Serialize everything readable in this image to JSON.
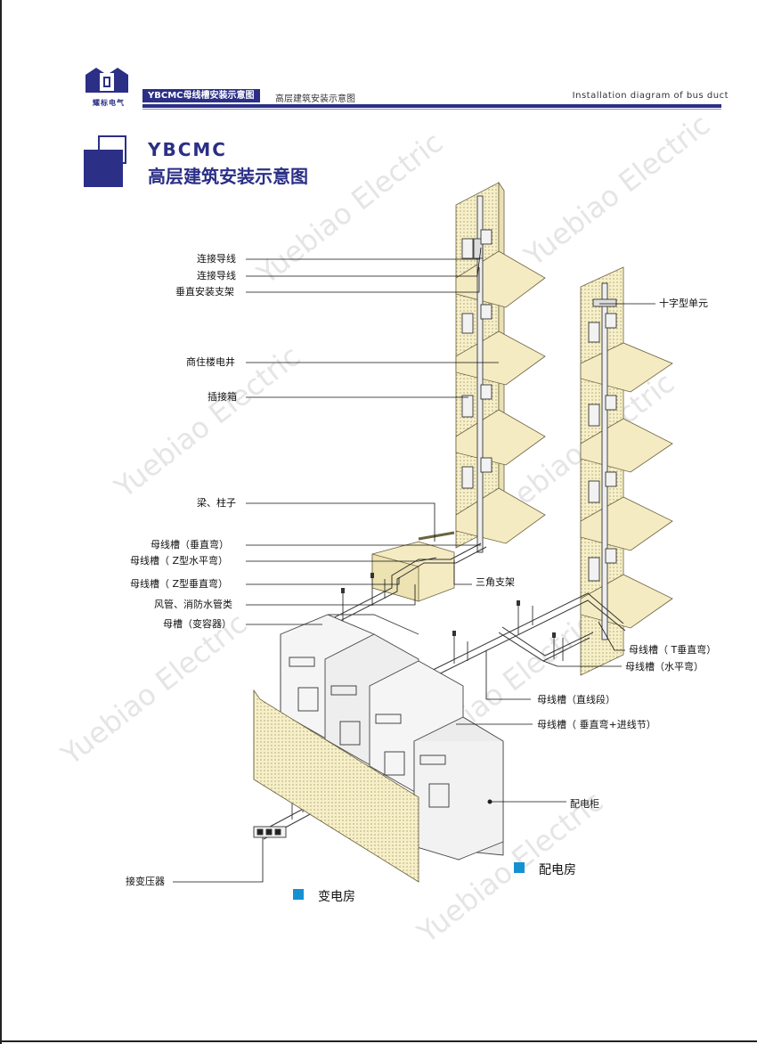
{
  "header": {
    "brand": "YBCMC母线槽安装示意图",
    "subtitle": "高层建筑安装示意图",
    "english": "Installation diagram of bus duct",
    "logo_text": "耀标电气"
  },
  "title": {
    "english": "YBCMC",
    "chinese": "高层建筑安装示意图"
  },
  "watermark": "Yuebiao Electric",
  "labels_left": [
    "连接导线",
    "连接导线",
    "垂直安装支架",
    "商住楼电井",
    "插接箱",
    "梁、柱子",
    "母线槽（垂直弯）",
    "母线槽（ Z型水平弯）",
    "母线槽（ Z型垂直弯）",
    "风管、消防水管类",
    "母槽（变容器）",
    "接变压器"
  ],
  "labels_right": [
    "十字型单元",
    "三角支架",
    "母线槽（ T垂直弯）",
    "母线槽（水平弯）",
    "母线槽（直线段）",
    "母线槽（ 垂直弯+进线节）",
    "配电柜"
  ],
  "legend": [
    "配电房",
    "变电房"
  ],
  "colors": {
    "brand": "#2b2f86",
    "wall": "#f6efc8",
    "legend": "#1591d1"
  }
}
